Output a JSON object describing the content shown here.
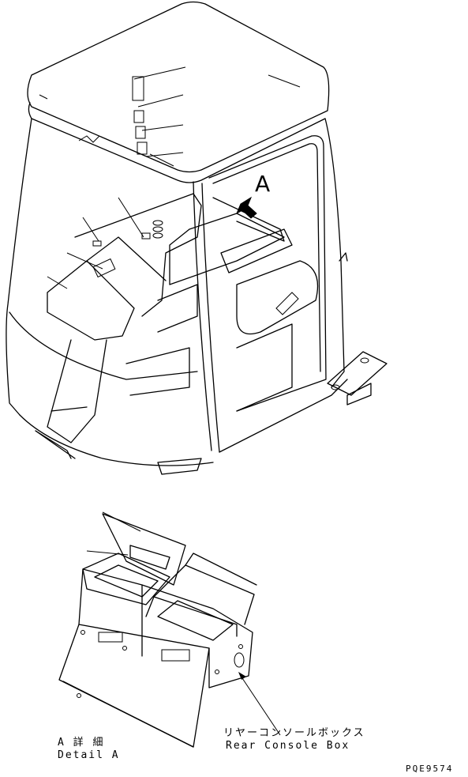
{
  "view_marker": "A",
  "detail": {
    "title_jp": "A 詳 細",
    "title_en": "Detail A"
  },
  "callout": {
    "label_jp": "リヤーコンソールボックス",
    "label_en": "Rear Console Box"
  },
  "drawing_code": "PQE9574"
}
